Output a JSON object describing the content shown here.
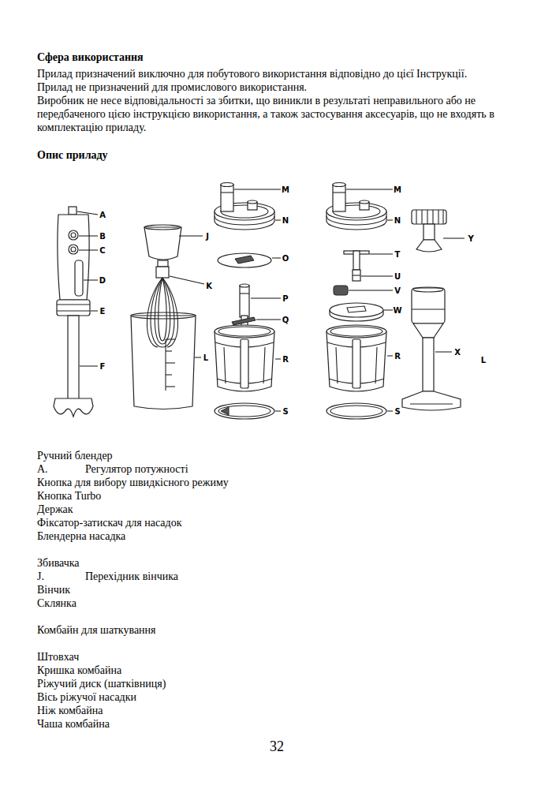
{
  "diagram": {
    "title": "Сфера використання",
    "labels": [
      "Прилад призначений виключно для побутового використання відповідно до цієї Інструкції.",
      "Прилад не призначений для промислового використання.",
      "Виробник не несе відповідальності за збитки, що виникли в результаті неправильного або не передбаченого цією інструкцією використання, а також застосування аксесуарів, що не входять в комплектацію приладу.",
      "Опис приладу",
      "A",
      "B",
      "C",
      "D",
      "E",
      "F",
      "J",
      "K",
      "L",
      "M",
      "N",
      "O",
      "P",
      "Q",
      "R",
      "S",
      "M",
      "N",
      "T",
      "U",
      "V",
      "W",
      "R",
      "S",
      "Y",
      "X",
      "L",
      "Ручний блендер",
      "A.",
      "Регулятор потужності",
      "Кнопка для вибору швидкісного режиму",
      "Кнопка Turbo",
      "Держак",
      "Фіксатор-затискач для насадок",
      "Блендерна насадка",
      "Збивачка",
      "J.",
      "Перехідник вінчика",
      "Вінчик",
      "Склянка",
      "Комбайн для шаткування",
      "Штовхач",
      "Кришка комбайна",
      "Ріжучий диск (шатківниця)",
      "Вісь ріжучої насадки",
      "Ніж комбайна",
      "Чаша комбайна",
      "32"
    ]
  }
}
